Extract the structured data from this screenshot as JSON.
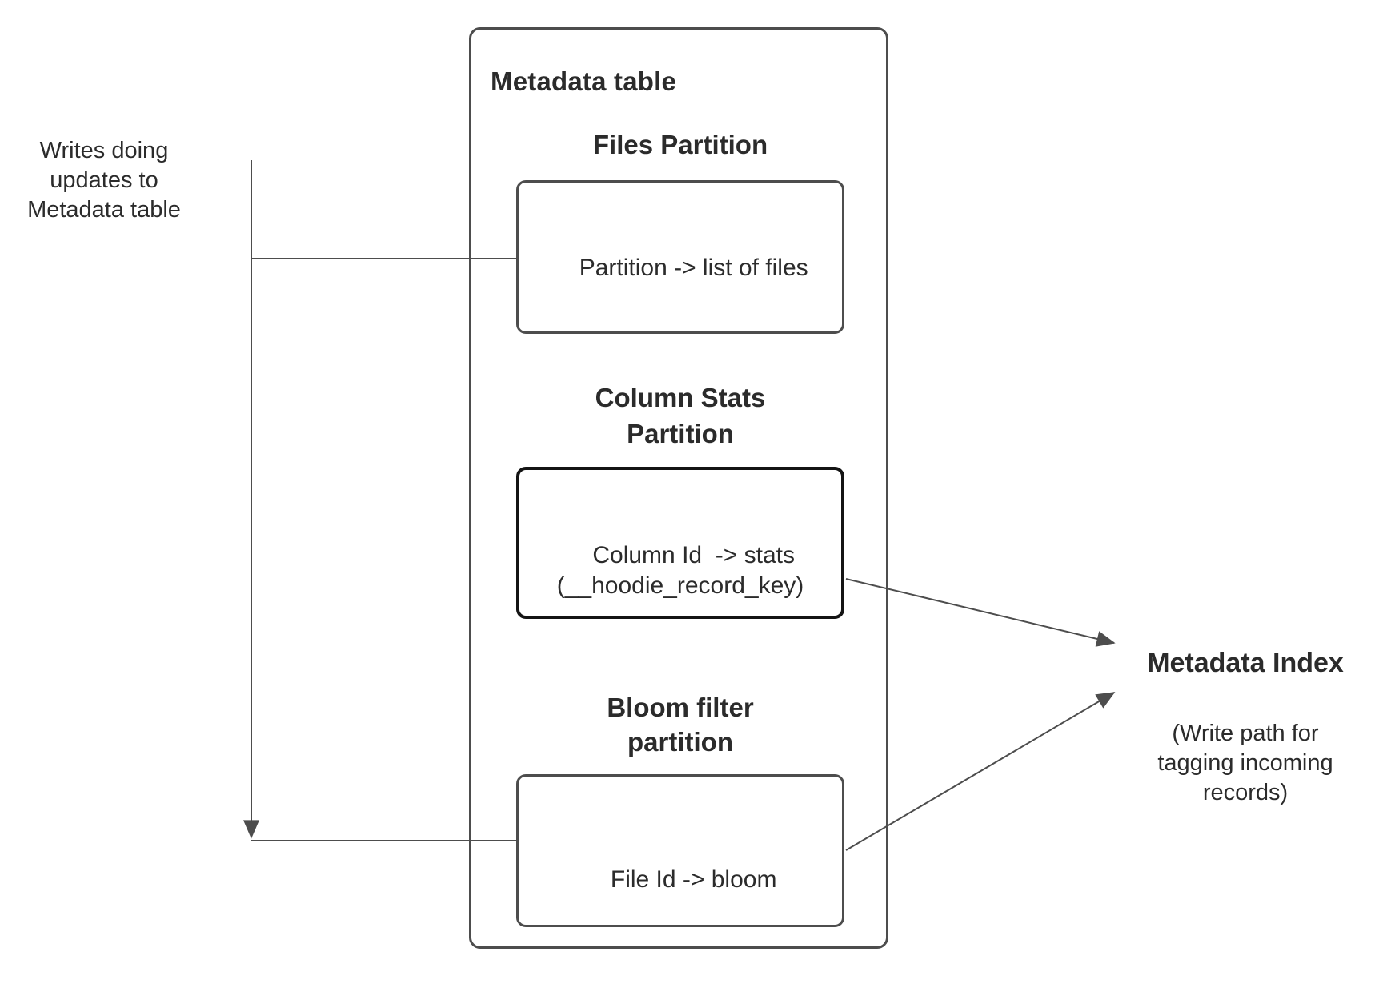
{
  "diagram": {
    "left_note": "Writes doing\nupdates to\nMetadata table",
    "container": {
      "title": "Metadata table"
    },
    "sections": [
      {
        "heading": "Files Partition",
        "label": "Partition -> list of files"
      },
      {
        "heading": "Column Stats\nPartition",
        "label": "Column Id  -> stats\n(__hoodie_record_key)"
      },
      {
        "heading": "Bloom filter\npartition",
        "label": "File Id -> bloom"
      }
    ],
    "index": {
      "title": "Metadata Index",
      "note": "(Write path for\ntagging incoming\nrecords)"
    },
    "connectors": [
      "writes-update-arrow-vertical",
      "writes-to-files-partition-line",
      "writes-to-bloom-partition-line",
      "column-stats-to-metadata-index-arrow",
      "bloom-to-metadata-index-arrow"
    ]
  },
  "colors": {
    "stroke": "#4d4d4d",
    "emphasis": "#141414",
    "text": "#2b2b2b",
    "background": "#ffffff"
  }
}
